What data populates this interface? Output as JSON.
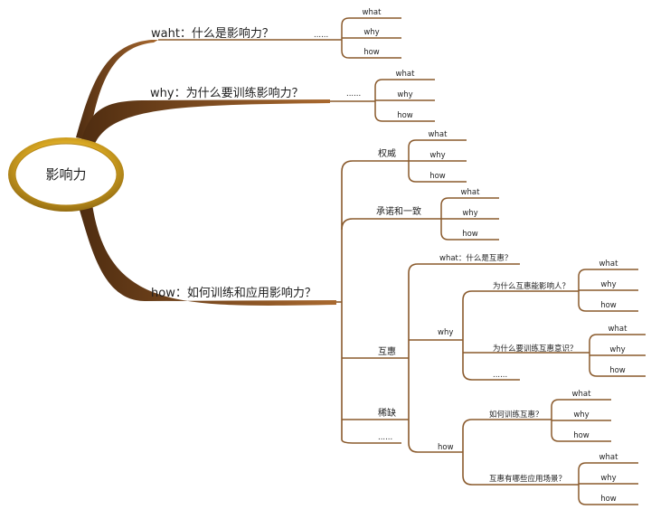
{
  "root": {
    "label": "影响力"
  },
  "branches": {
    "what": {
      "label": "waht：什么是影响力？",
      "ellipsis": "......"
    },
    "why": {
      "label": "why：为什么要训练影响力？",
      "ellipsis": "......"
    },
    "how": {
      "label": "how：如何训练和应用影响力？"
    }
  },
  "how_children": {
    "authority": {
      "label": "权威"
    },
    "commitment": {
      "label": "承诺和一致"
    },
    "reciprocity": {
      "label": "互惠",
      "what_label": "what：什么是互惠？",
      "why": {
        "label": "why",
        "q1": "为什么互惠能影响人？",
        "q2": "为什么要训练互惠意识？",
        "ellipsis": "......"
      },
      "how": {
        "label": "how",
        "q1": "如何训练互惠？",
        "q2": "互惠有哪些应用场景？"
      }
    },
    "scarcity": {
      "label": "稀缺"
    },
    "more": {
      "label": "......"
    }
  },
  "fork_labels": {
    "a": "what",
    "b": "why",
    "c": "how"
  },
  "colors": {
    "trunk_dark": "#5a3412",
    "trunk_light": "#a8672d",
    "line": "#8a5a2c",
    "ring_gold": "#d7a92a",
    "ring_dark": "#8a6212"
  }
}
